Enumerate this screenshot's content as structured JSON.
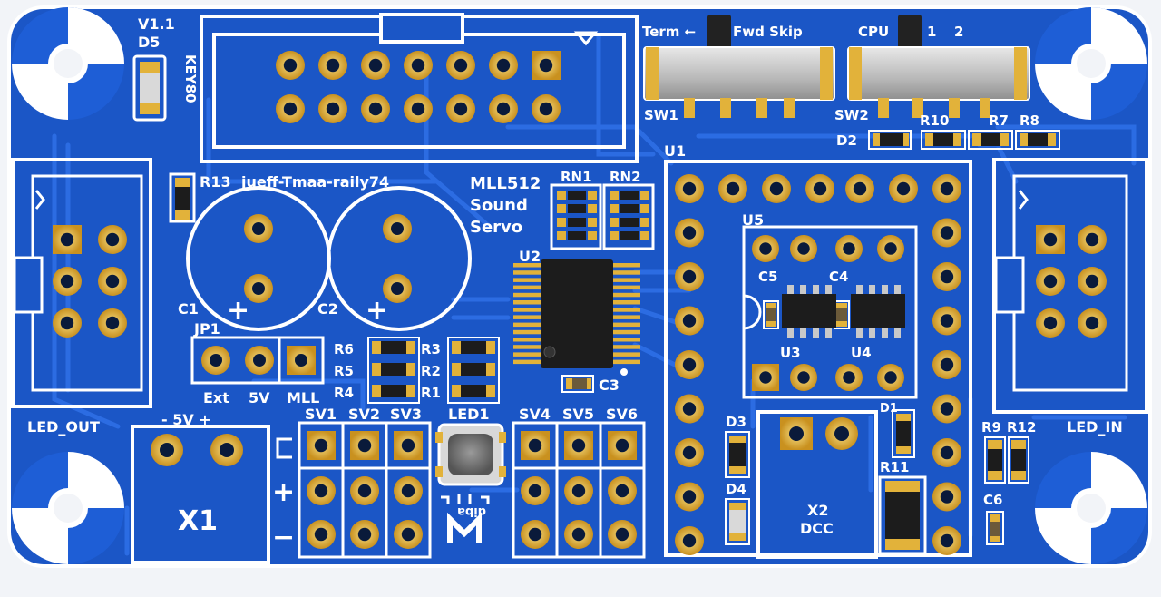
{
  "board": {
    "colors": {
      "mask": "#1b56c6",
      "mask_dark": "#123f9e",
      "trace": "#2a6be0",
      "silk": "#ffffff",
      "pad": "#e2b23a",
      "pad_inner": "#f5d774",
      "hole": "#0a1a3a",
      "ic": "#1c1c1c",
      "chip_pin": "#c9c9c9",
      "background": "#f2f4f8"
    },
    "version": "V1.1",
    "project_name": "MLL512",
    "project_line2": "Sound",
    "project_line3": "Servo",
    "credits": "jueff-Tmaa-raily74",
    "mirrored_text": "KEY80",
    "connectors": {
      "led_out": "LED_OUT",
      "led_in": "LED_IN",
      "x1": "X1",
      "x1_polarity": "-   5V  +",
      "x2": "X2",
      "dcc": "DCC"
    },
    "jumper": {
      "name": "JP1",
      "labels": [
        "Ext",
        "5V",
        "MLL"
      ]
    },
    "switches": [
      {
        "name": "SW1",
        "label_left": "Term ←",
        "label_right": "Fwd Skip"
      },
      {
        "name": "SW2",
        "label_left": "CPU",
        "label_pos1": "1",
        "label_pos2": "2"
      }
    ],
    "servo_headers": [
      "SV1",
      "SV2",
      "SV3",
      "SV4",
      "SV5",
      "SV6"
    ],
    "polarity_plus": "+",
    "polarity_minus": "−",
    "led": "LED1",
    "logo_text": "diba",
    "chips": {
      "u1": "U1",
      "u2": "U2",
      "u3": "U3",
      "u4": "U4",
      "u5": "U5"
    },
    "resistors": [
      "R1",
      "R2",
      "R3",
      "R4",
      "R5",
      "R6",
      "R7",
      "R8",
      "R9",
      "R10",
      "R11",
      "R12",
      "R13"
    ],
    "resistor_networks": [
      "RN1",
      "RN2"
    ],
    "capacitors": [
      "C1",
      "C2",
      "C3",
      "C4",
      "C5",
      "C6"
    ],
    "diodes": [
      "D1",
      "D2",
      "D3",
      "D4",
      "D5"
    ],
    "c_plus": "+"
  }
}
